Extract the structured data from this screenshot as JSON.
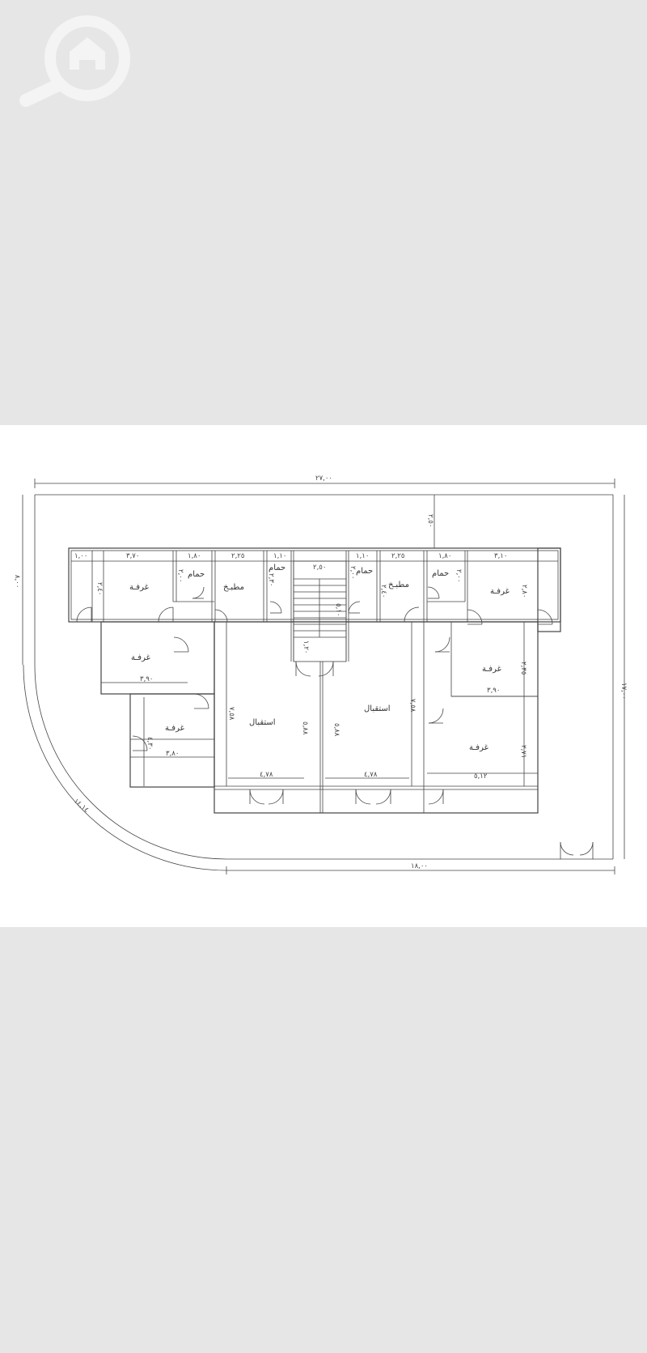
{
  "logo_icon": "home-search-icon",
  "colors": {
    "background": "#e6e6e6",
    "panel": "#ffffff",
    "line": "#444444"
  },
  "plan": {
    "overall_width": "٢٧,٠٠",
    "overall_depth": "١٧,٠٠",
    "left_depth": "٨,٠٠",
    "front_width": "١٨,٠٠",
    "arc_length": "١٤,١٤",
    "setback": "٢,٥٠",
    "rooms": {
      "room_a": "غرفـة",
      "room_b": "غرفـة",
      "room_c": "غرفـة",
      "room_d": "غرفـة",
      "room_e": "غرفـة",
      "room_f": "غرفـة",
      "bath_l": "حمام",
      "bath_cl": "حمام",
      "bath_cr": "حمام",
      "bath_r": "حمام",
      "kitchen_l": "مطبـخ",
      "kitchen_r": "مطبـخ",
      "reception_l": "استقبال",
      "reception_r": "استقبال"
    },
    "dims": {
      "d_100": "١,٠٠",
      "d_370": "٣,٧٠",
      "d_180a": "١,٨٠",
      "d_225a": "٢,٢٥",
      "d_110a": "١,١٠",
      "d_250": "٢,٥٠",
      "d_110b": "١,١٠",
      "d_225b": "٢,٢٥",
      "d_180b": "١,٨٠",
      "d_310": "٣,١٠",
      "d_240": "٢,٤٠",
      "d_200a": "٢,٠٠",
      "d_230a": "٢,٣٠",
      "d_200b": "٢,٠٠",
      "d_240b": "٢,٤٠",
      "d_200c": "٢,٠٠",
      "d_280": "٢,٨٠",
      "d_390a": "٣,٩٠",
      "d_390b": "٣,٩٠",
      "d_235": "٢,٣٥",
      "d_120": "١,٢٠",
      "d_510": "٥,١٠",
      "d_758a": "٧,٥٨",
      "d_758b": "٧,٥٨",
      "d_588a": "٥,٨٨",
      "d_588b": "٥,٨٨",
      "d_430": "٤,٣٠",
      "d_380": "٣,٨٠",
      "d_478a": "٤,٧٨",
      "d_478b": "٤,٧٨",
      "d_271": "٢,٧١",
      "d_512": "٥,١٢"
    }
  }
}
